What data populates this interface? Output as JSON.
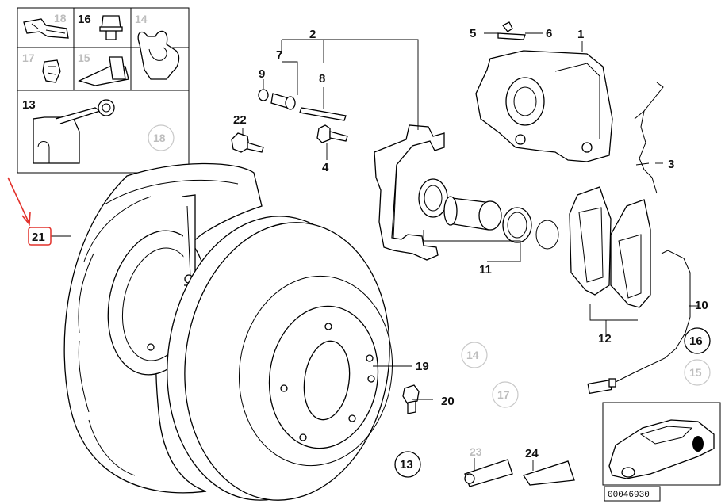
{
  "header_text": "",
  "inset_box": {
    "cells": [
      {
        "label": "18",
        "state": "inactive"
      },
      {
        "label": "16",
        "state": "active"
      },
      {
        "label": "14",
        "state": "inactive"
      },
      {
        "label": "17",
        "state": "inactive"
      },
      {
        "label": "15",
        "state": "inactive"
      },
      {
        "label": "13",
        "state": "active"
      }
    ]
  },
  "parts": [
    {
      "label": "1"
    },
    {
      "label": "2"
    },
    {
      "label": "3"
    },
    {
      "label": "4"
    },
    {
      "label": "5"
    },
    {
      "label": "6"
    },
    {
      "label": "7"
    },
    {
      "label": "8"
    },
    {
      "label": "9"
    },
    {
      "label": "10"
    },
    {
      "label": "11"
    },
    {
      "label": "12"
    },
    {
      "label": "19"
    },
    {
      "label": "20"
    },
    {
      "label": "21"
    },
    {
      "label": "22"
    },
    {
      "label": "23"
    },
    {
      "label": "24"
    }
  ],
  "circled_refs": [
    {
      "label": "18",
      "state": "inactive"
    },
    {
      "label": "14",
      "state": "inactive"
    },
    {
      "label": "17",
      "state": "inactive"
    },
    {
      "label": "15",
      "state": "inactive"
    },
    {
      "label": "16",
      "state": "active"
    },
    {
      "label": "13",
      "state": "active"
    }
  ],
  "highlighted_part": "21",
  "reference_number": "00046930",
  "colors": {
    "highlight": "#e2302a",
    "line": "#000000",
    "inactive_label": "#bdbdbd"
  }
}
